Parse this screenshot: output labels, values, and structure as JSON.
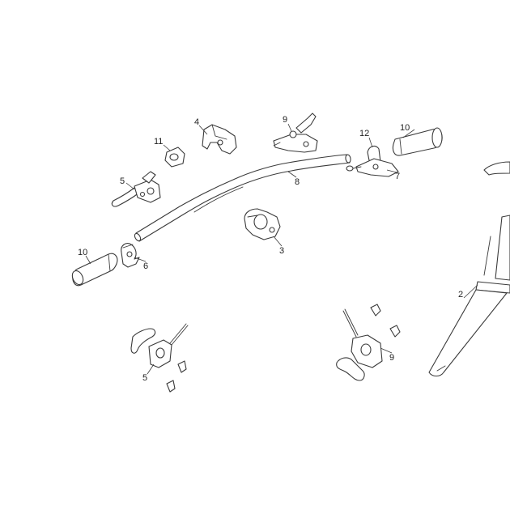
{
  "diagram": {
    "type": "exploded-parts-diagram",
    "line_color": "#3a3a3a",
    "background": "#ffffff",
    "callouts": [
      {
        "id": "c2",
        "label": "2"
      },
      {
        "id": "c3",
        "label": "3"
      },
      {
        "id": "c4",
        "label": "4"
      },
      {
        "id": "c5a",
        "label": "5"
      },
      {
        "id": "c5b",
        "label": "5"
      },
      {
        "id": "c6",
        "label": "6"
      },
      {
        "id": "c7",
        "label": "7"
      },
      {
        "id": "c8",
        "label": "8"
      },
      {
        "id": "c9a",
        "label": "9"
      },
      {
        "id": "c9b",
        "label": "9"
      },
      {
        "id": "c10a",
        "label": "10"
      },
      {
        "id": "c10b",
        "label": "10"
      },
      {
        "id": "c11",
        "label": "11"
      },
      {
        "id": "c12",
        "label": "12"
      }
    ]
  }
}
